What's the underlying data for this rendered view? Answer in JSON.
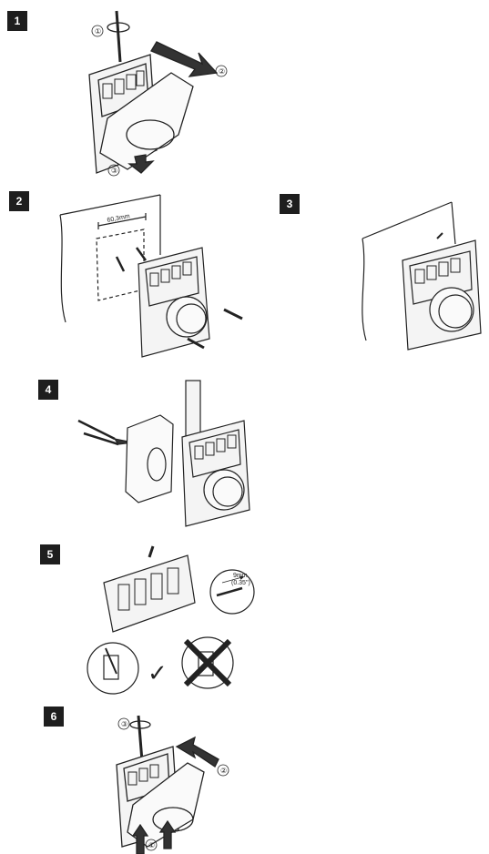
{
  "steps": [
    {
      "number": "1"
    },
    {
      "number": "2"
    },
    {
      "number": "3"
    },
    {
      "number": "4"
    },
    {
      "number": "5"
    },
    {
      "number": "6"
    }
  ],
  "step1": {
    "callouts": [
      "①",
      "②",
      "③"
    ]
  },
  "step2": {
    "dimension": "60,3mm"
  },
  "step5": {
    "strip_length": "9mm",
    "strip_length_alt": "(0.35\")",
    "correct_mark": "✓"
  },
  "step6": {
    "callouts": [
      "③",
      "②",
      "①"
    ]
  }
}
